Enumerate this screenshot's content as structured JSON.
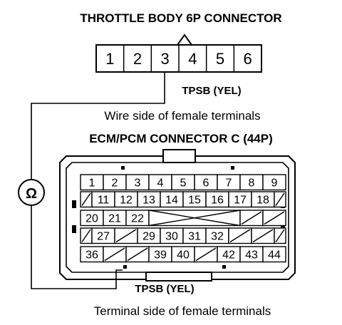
{
  "throttle_connector": {
    "title": "THROTTLE BODY 6P CONNECTOR",
    "pins": [
      "1",
      "2",
      "3",
      "4",
      "5",
      "6"
    ],
    "wire_label": "TPSB (YEL)",
    "view_caption": "Wire side of female terminals"
  },
  "ecm_connector": {
    "title": "ECM/PCM CONNECTOR C (44P)",
    "row1": [
      "1",
      "2",
      "3",
      "4",
      "5",
      "6",
      "7",
      "8",
      "9"
    ],
    "row2": [
      "",
      "11",
      "12",
      "13",
      "14",
      "15",
      "16",
      "17",
      "18",
      ""
    ],
    "row3": [
      "20",
      "21",
      "22"
    ],
    "row4": [
      "",
      "27",
      "",
      "29",
      "30",
      "31",
      "32",
      "",
      "",
      ""
    ],
    "row5": [
      "36",
      "",
      "",
      "39",
      "40",
      "",
      "42",
      "43",
      "44"
    ],
    "wire_label": "TPSB (YEL)",
    "view_caption": "Terminal side of female terminals"
  },
  "meter": {
    "symbol": "Ω",
    "icon": "ohmmeter-icon"
  }
}
